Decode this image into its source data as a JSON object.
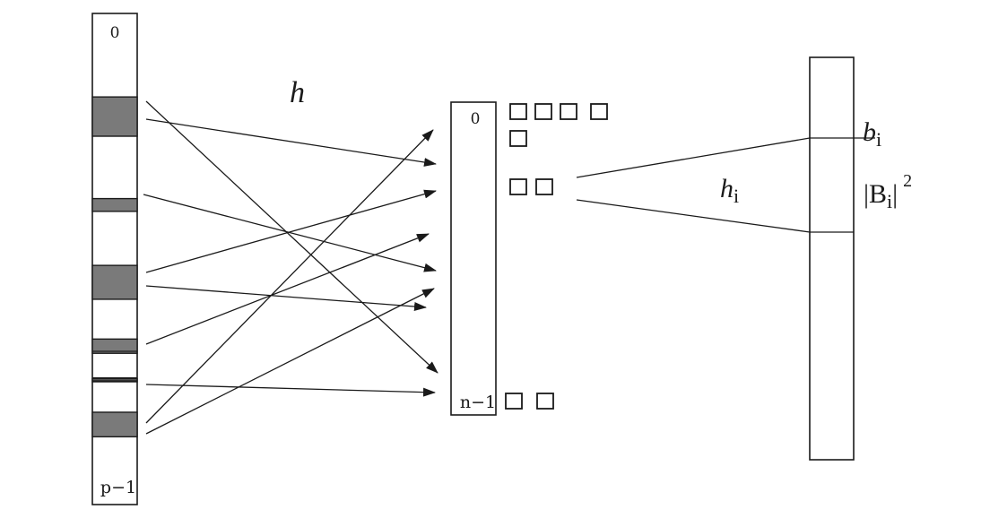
{
  "colors": {
    "ink": "#1a1a1a",
    "shaded": "#7a7a7a",
    "background": "#ffffff"
  },
  "universe": {
    "top_label": "0",
    "bottom_label": "p−1",
    "shaded_bands": [
      {
        "from": 0.17,
        "to": 0.25
      },
      {
        "from": 0.377,
        "to": 0.403
      },
      {
        "from": 0.513,
        "to": 0.582
      },
      {
        "from": 0.663,
        "to": 0.692
      },
      {
        "from": 0.744,
        "to": 0.75
      },
      {
        "from": 0.812,
        "to": 0.862
      }
    ],
    "divider_lines": [
      0.688,
      0.742,
      0.748
    ]
  },
  "first_hash": {
    "label": "h"
  },
  "table": {
    "top_label": "0",
    "bottom_label": "n−1"
  },
  "buckets": [
    {
      "row": "top",
      "cells": 5
    },
    {
      "row": "middle",
      "cells": 2
    },
    {
      "row": "bottom",
      "cells": 2
    }
  ],
  "second_hash": {
    "label_main": "h",
    "label_sub": "i"
  },
  "secondary_table": {
    "offset_label_main": "b",
    "offset_label_sub": "i",
    "size_label_left_bar": "|",
    "size_label_main": "B",
    "size_label_sub": "i",
    "size_label_right_bar": "|",
    "size_label_exp": "2"
  }
}
